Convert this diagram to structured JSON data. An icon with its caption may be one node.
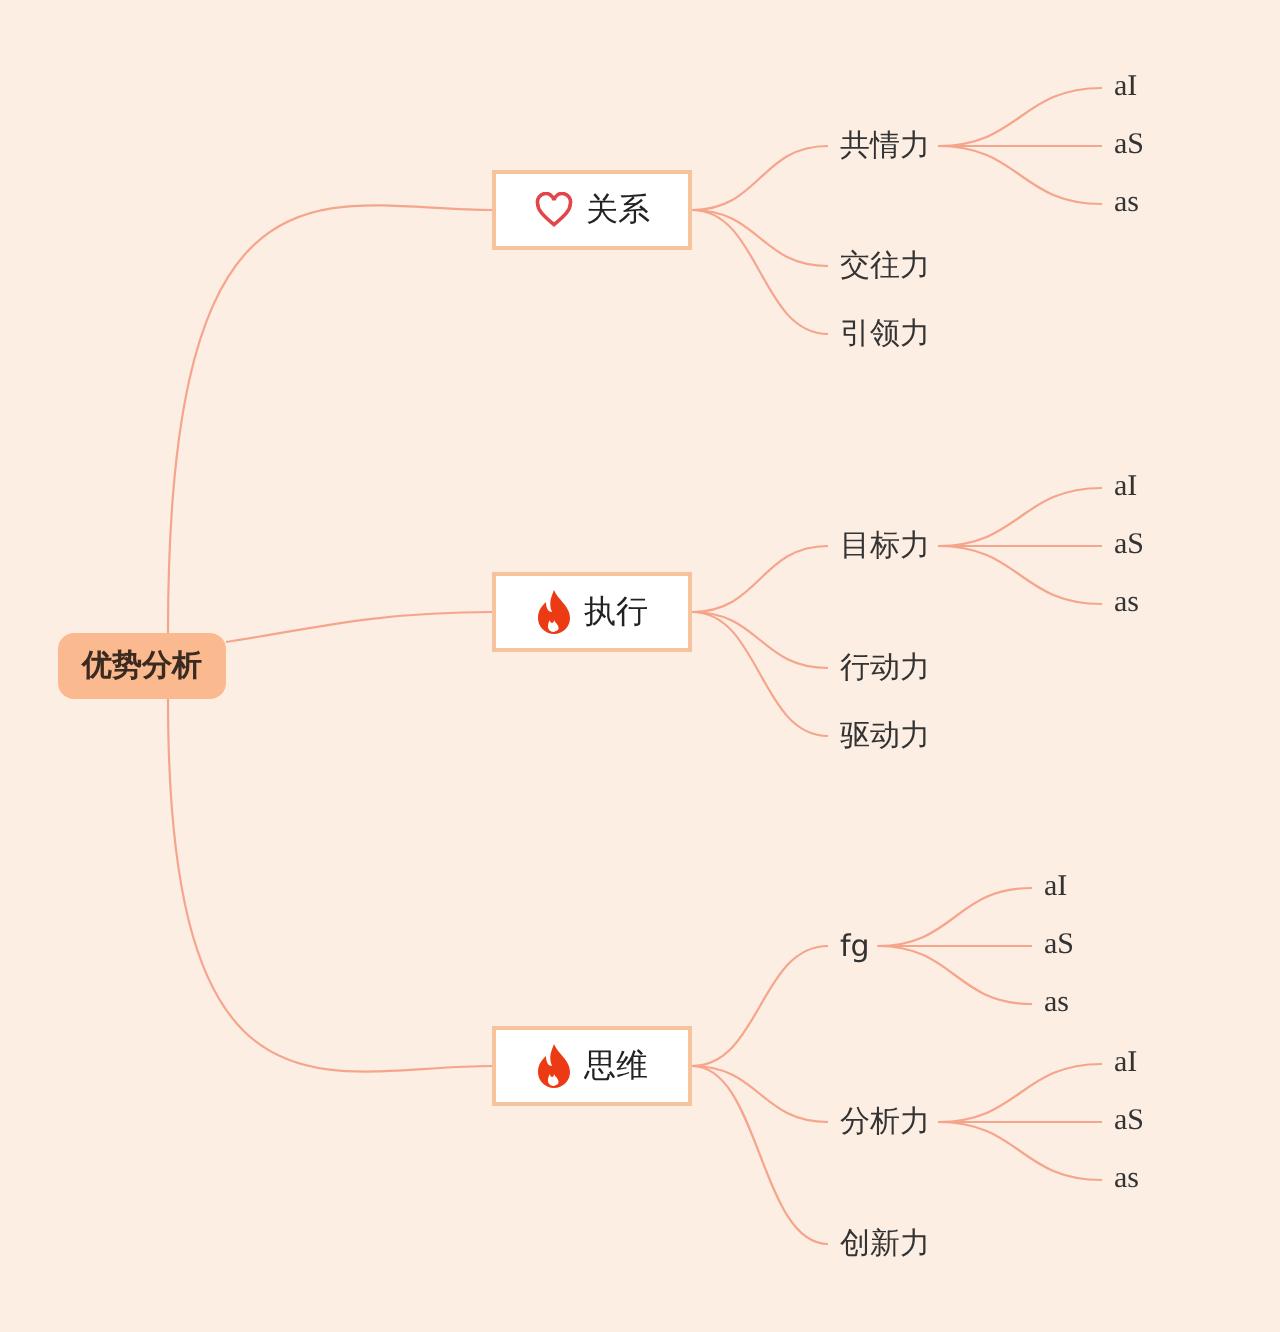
{
  "diagram": {
    "nodes": [
      {
        "text": [
          "优势分析"
        ]
      },
      {
        "text": [
          "关系"
        ]
      },
      {
        "text": [
          "共情力"
        ]
      },
      {
        "text": [
          "aI"
        ]
      },
      {
        "text": [
          "aS"
        ]
      },
      {
        "text": [
          "as"
        ]
      },
      {
        "text": [
          "交往力"
        ]
      },
      {
        "text": [
          "引领力"
        ]
      },
      {
        "text": [
          "执行"
        ]
      },
      {
        "text": [
          "目标力"
        ]
      },
      {
        "text": [
          "aI"
        ]
      },
      {
        "text": [
          "aS"
        ]
      },
      {
        "text": [
          "as"
        ]
      },
      {
        "text": [
          "行动力"
        ]
      },
      {
        "text": [
          "驱动力"
        ]
      },
      {
        "text": [
          "思维"
        ]
      },
      {
        "text": [
          "fg"
        ]
      },
      {
        "text": [
          "aI"
        ]
      },
      {
        "text": [
          "aS"
        ]
      },
      {
        "text": [
          "as"
        ]
      },
      {
        "text": [
          "分析力"
        ]
      },
      {
        "text": [
          "aI"
        ]
      },
      {
        "text": [
          "aS"
        ]
      },
      {
        "text": [
          "as"
        ]
      },
      {
        "text": [
          "创新力"
        ]
      }
    ],
    "edges": [
      {
        "from": 0,
        "to": 1,
        "arrow": "none"
      },
      {
        "from": 0,
        "to": 8,
        "arrow": "none"
      },
      {
        "from": 0,
        "to": 15,
        "arrow": "none"
      },
      {
        "from": 1,
        "to": 2,
        "arrow": "none"
      },
      {
        "from": 2,
        "to": 3,
        "arrow": "none"
      },
      {
        "from": 2,
        "to": 4,
        "arrow": "none"
      },
      {
        "from": 2,
        "to": 5,
        "arrow": "none"
      },
      {
        "from": 1,
        "to": 6,
        "arrow": "none"
      },
      {
        "from": 1,
        "to": 7,
        "arrow": "none"
      },
      {
        "from": 8,
        "to": 9,
        "arrow": "none"
      },
      {
        "from": 9,
        "to": 10,
        "arrow": "none"
      },
      {
        "from": 9,
        "to": 11,
        "arrow": "none"
      },
      {
        "from": 9,
        "to": 12,
        "arrow": "none"
      },
      {
        "from": 8,
        "to": 13,
        "arrow": "none"
      },
      {
        "from": 8,
        "to": 14,
        "arrow": "none"
      },
      {
        "from": 15,
        "to": 16,
        "arrow": "none"
      },
      {
        "from": 16,
        "to": 17,
        "arrow": "none"
      },
      {
        "from": 16,
        "to": 18,
        "arrow": "none"
      },
      {
        "from": 16,
        "to": 19,
        "arrow": "none"
      },
      {
        "from": 15,
        "to": 20,
        "arrow": "none"
      },
      {
        "from": 20,
        "to": 21,
        "arrow": "none"
      },
      {
        "from": 20,
        "to": 22,
        "arrow": "none"
      },
      {
        "from": 20,
        "to": 23,
        "arrow": "none"
      },
      {
        "from": 15,
        "to": 24,
        "arrow": "none"
      }
    ]
  }
}
